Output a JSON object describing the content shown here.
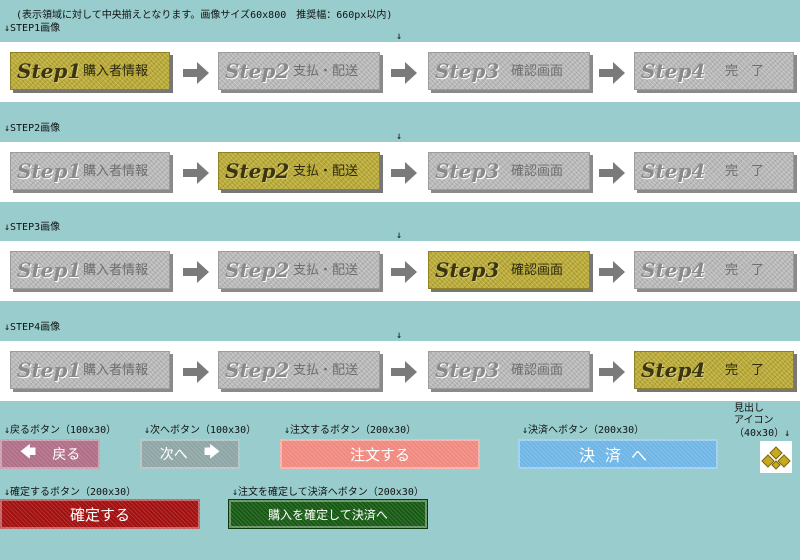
{
  "header_note": "(表示領域に対して中央揃えとなります。画像サイズ60x800　推奨幅：660px以内)",
  "center_marker": "↓",
  "step_icon_text": "Step",
  "steps": [
    {
      "num": "1",
      "label": "購入者情報"
    },
    {
      "num": "2",
      "label": "支払・配送"
    },
    {
      "num": "3",
      "label": "確認画面"
    },
    {
      "num": "4",
      "label": "完　了"
    }
  ],
  "rows": [
    {
      "caption": "↓STEP1画像",
      "active": 1
    },
    {
      "caption": "↓STEP2画像",
      "active": 2
    },
    {
      "caption": "↓STEP3画像",
      "active": 3
    },
    {
      "caption": "↓STEP4画像",
      "active": 4
    }
  ],
  "buttons": {
    "back": {
      "caption": "↓戻るボタン（100x30）",
      "label": "戻る",
      "color": "#b06f86"
    },
    "next": {
      "caption": "↓次へボタン（100x30）",
      "label": "次へ",
      "color": "#8fa6a6"
    },
    "order": {
      "caption": "↓注文するボタン（200x30）",
      "label": "注文する",
      "color": "#f08a80"
    },
    "settle": {
      "caption": "↓決済へボタン（200x30）",
      "label": "決済へ",
      "color": "#6fb6e6"
    },
    "confirm": {
      "caption": "↓確定するボタン（200x30）",
      "label": "確定する",
      "color": "#a31010"
    },
    "confirm_settle": {
      "caption": "↓注文を確定して決済へボタン（200x30）",
      "label": "購入を確定して決済へ",
      "color": "#175a14"
    }
  },
  "heading_icon": {
    "caption_line1": "見出し",
    "caption_line2": "アイコン",
    "caption_line3": "（40x30）↓",
    "color": "#c7a91f"
  }
}
